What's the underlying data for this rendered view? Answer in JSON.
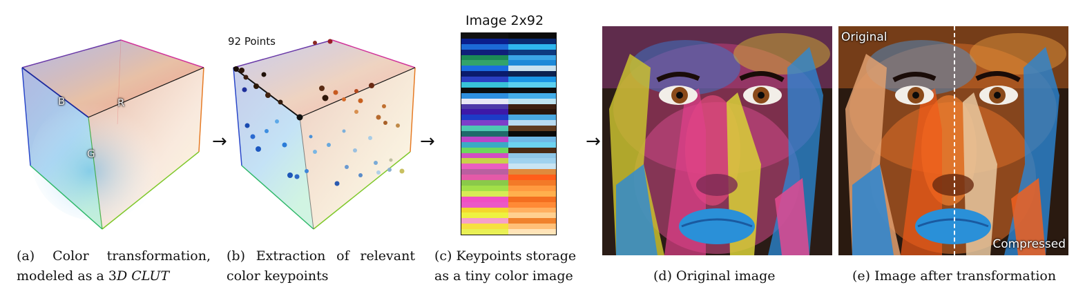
{
  "panels": {
    "a": {
      "axis_labels": {
        "b": "B",
        "r": "R",
        "g": "G"
      },
      "caption_line1": "(a) Color transformation,",
      "caption_line2_pre": "modeled as a 3",
      "caption_line2_em": "D CLUT"
    },
    "b": {
      "label": "92 Points",
      "caption_line1": "(b) Extraction of relevant",
      "caption_line2": "color keypoints"
    },
    "c": {
      "title": "Image 2x92",
      "caption_line1": "(c) Keypoints storage",
      "caption_line2": "as a tiny color image"
    },
    "d": {
      "caption": "(d) Original image"
    },
    "e": {
      "label_original": "Original",
      "label_compressed": "Compressed",
      "caption": "(e) Image after transformation"
    }
  },
  "arrows": {
    "symbol": "→"
  },
  "colors": {
    "red_axis": "#d9202a",
    "blue_axis": "#1d2a9e",
    "green_axis": "#2fa52b",
    "magenta": "#c23bbd",
    "cyan": "#48b6e8",
    "yellow": "#d6c92c",
    "orange": "#e0641e",
    "photo_blue": "#2a86d4"
  },
  "keypoint_strip": {
    "left_column": [
      "#111111",
      "#0a1e8c",
      "#1c6ad6",
      "#0f1f7a",
      "#1c8a55",
      "#33a36b",
      "#1a6de0",
      "#0a1b6c",
      "#2a3fc2",
      "#38c2d8",
      "#0d0d0d",
      "#2e8fdf",
      "#e8e8f5",
      "#4d3aa8",
      "#3d18a8",
      "#1d3bc7",
      "#7e3ec9",
      "#4dc7b2",
      "#1f6a6a",
      "#bb46c8",
      "#3baac5",
      "#6dd85d",
      "#d24ec2",
      "#c8d24a",
      "#ea5dc0",
      "#ba5fa0",
      "#e45aa8",
      "#8ac94a",
      "#a2e048",
      "#d7ea55",
      "#f04ec2",
      "#eb58c6",
      "#f4d82c",
      "#eef240",
      "#f6a0c8",
      "#f6e040",
      "#e9f055"
    ],
    "right_column": [
      "#0c0c0c",
      "#0a2a70",
      "#2fb6ee",
      "#0d3a80",
      "#3ba5e6",
      "#1d89d8",
      "#c7e1ef",
      "#0c2250",
      "#1a96e6",
      "#5bd0f0",
      "#0e0e0e",
      "#43ade8",
      "#bfe3f0",
      "#3c1f10",
      "#28140a",
      "#4aa8e0",
      "#b8daf0",
      "#5e3a1e",
      "#0a0a0a",
      "#6fb8e6",
      "#6dd2f0",
      "#4a2a14",
      "#8fc7e8",
      "#a0d2ee",
      "#c8e4f2",
      "#e08a3c",
      "#ff5e1a",
      "#f37a28",
      "#ff9a40",
      "#ffb04e",
      "#f46f20",
      "#ff8a36",
      "#ffb060",
      "#ffd090",
      "#f0822c",
      "#ffc078",
      "#ffe4b8"
    ]
  }
}
